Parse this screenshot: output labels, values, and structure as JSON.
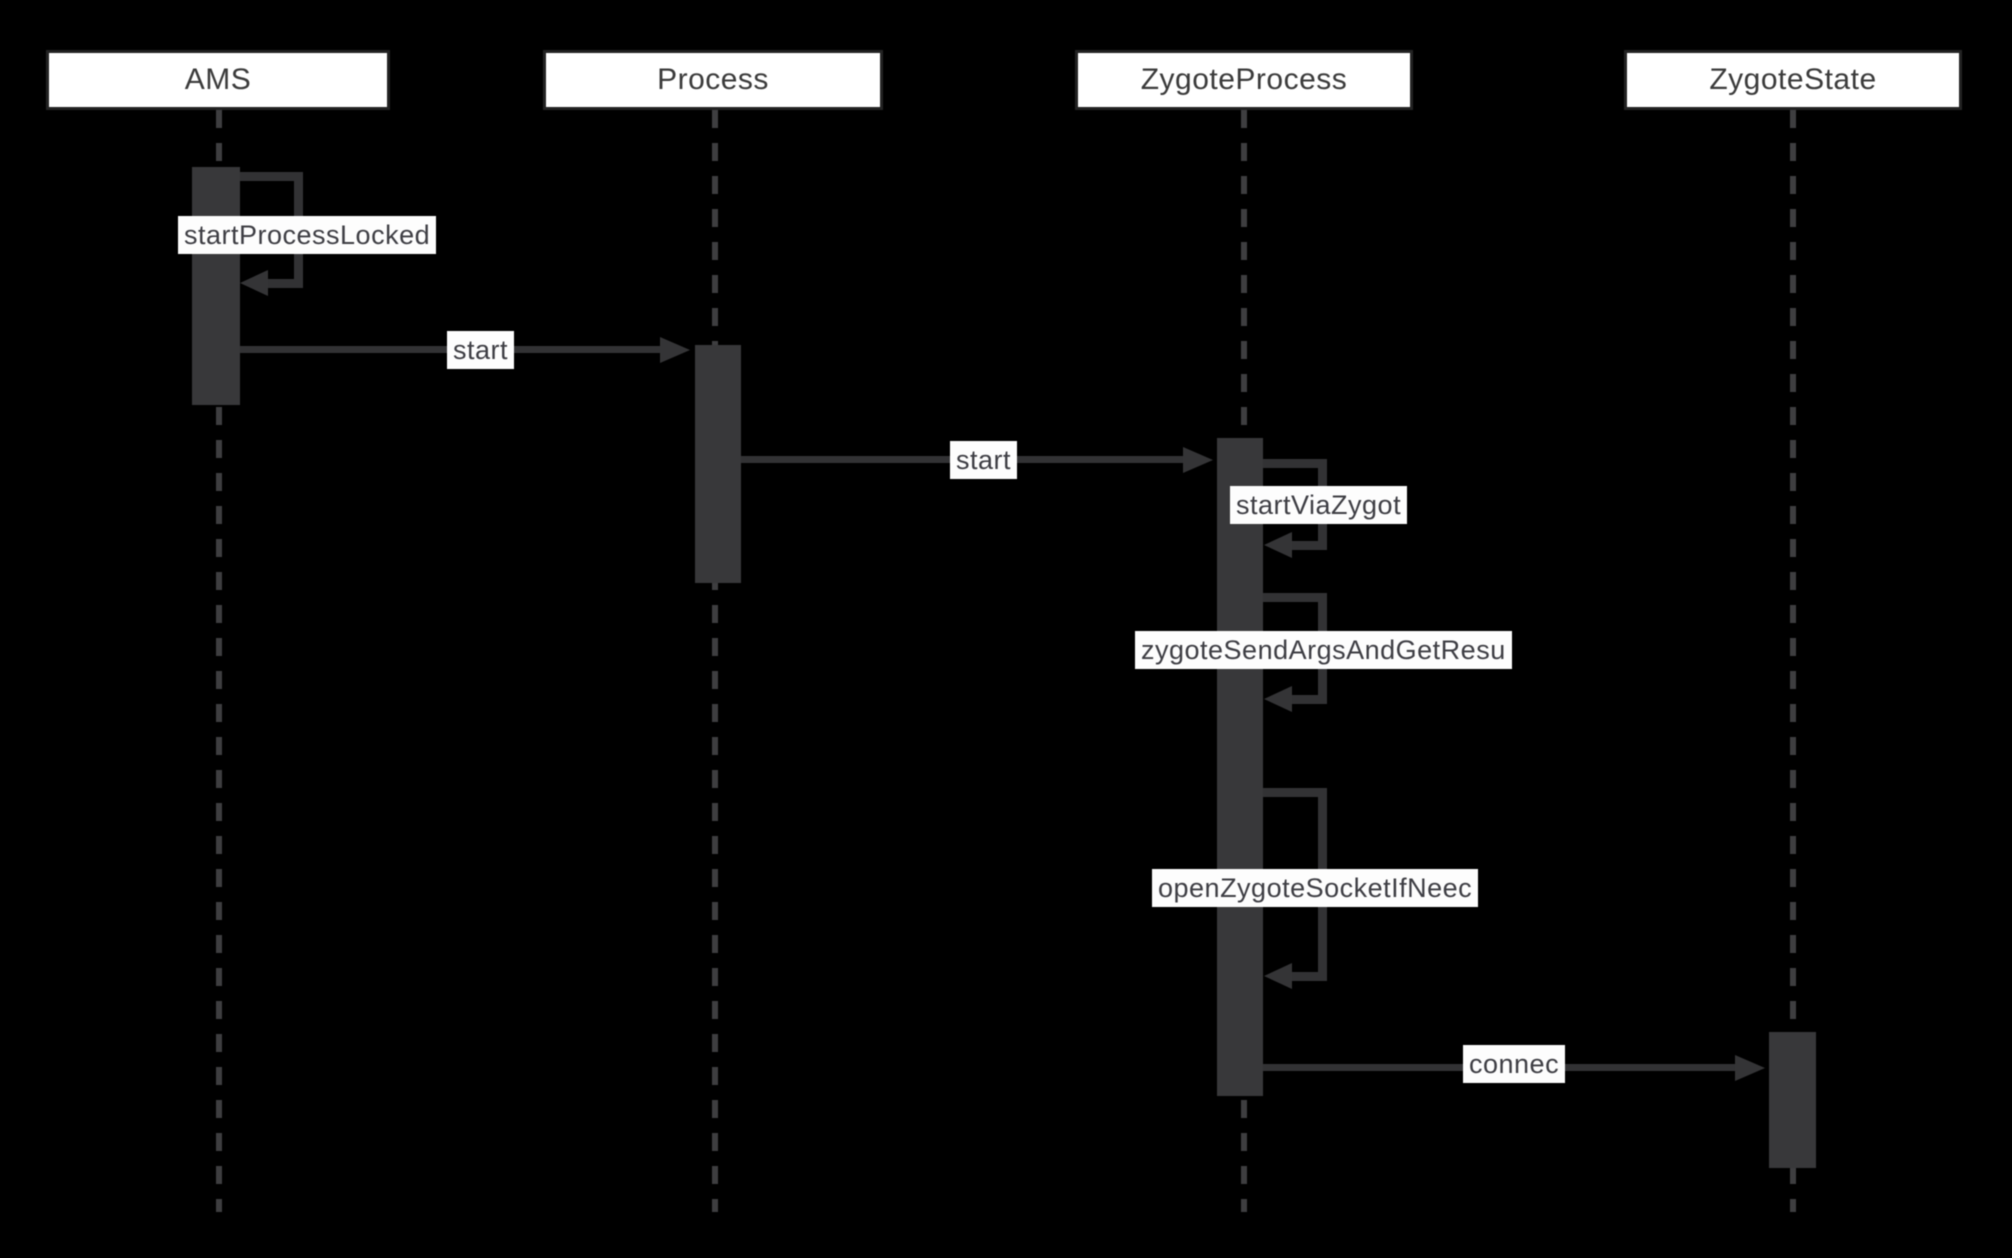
{
  "diagram": {
    "type": "uml-sequence",
    "background_color": "#000000",
    "bar_color": "#38383a",
    "line_color": "#323234",
    "label_bg_color": "#ffffff",
    "label_text_color": "#3e3e44",
    "participants": [
      {
        "name": "AMS"
      },
      {
        "name": "Process"
      },
      {
        "name": "ZygoteProcess"
      },
      {
        "name": "ZygoteState"
      }
    ],
    "messages": [
      {
        "label": "startProcessLocked",
        "type": "self-call",
        "from": "AMS",
        "to": "AMS"
      },
      {
        "label": "start",
        "type": "call",
        "from": "AMS",
        "to": "Process"
      },
      {
        "label": "start",
        "type": "call",
        "from": "Process",
        "to": "ZygoteProcess"
      },
      {
        "label": "startViaZygot",
        "type": "self-call",
        "from": "ZygoteProcess",
        "to": "ZygoteProcess"
      },
      {
        "label": "zygoteSendArgsAndGetResu",
        "type": "self-call",
        "from": "ZygoteProcess",
        "to": "ZygoteProcess"
      },
      {
        "label": "openZygoteSocketIfNeec",
        "type": "self-call",
        "from": "ZygoteProcess",
        "to": "ZygoteProcess"
      },
      {
        "label": "connec",
        "type": "call",
        "from": "ZygoteProcess",
        "to": "ZygoteState"
      }
    ]
  }
}
